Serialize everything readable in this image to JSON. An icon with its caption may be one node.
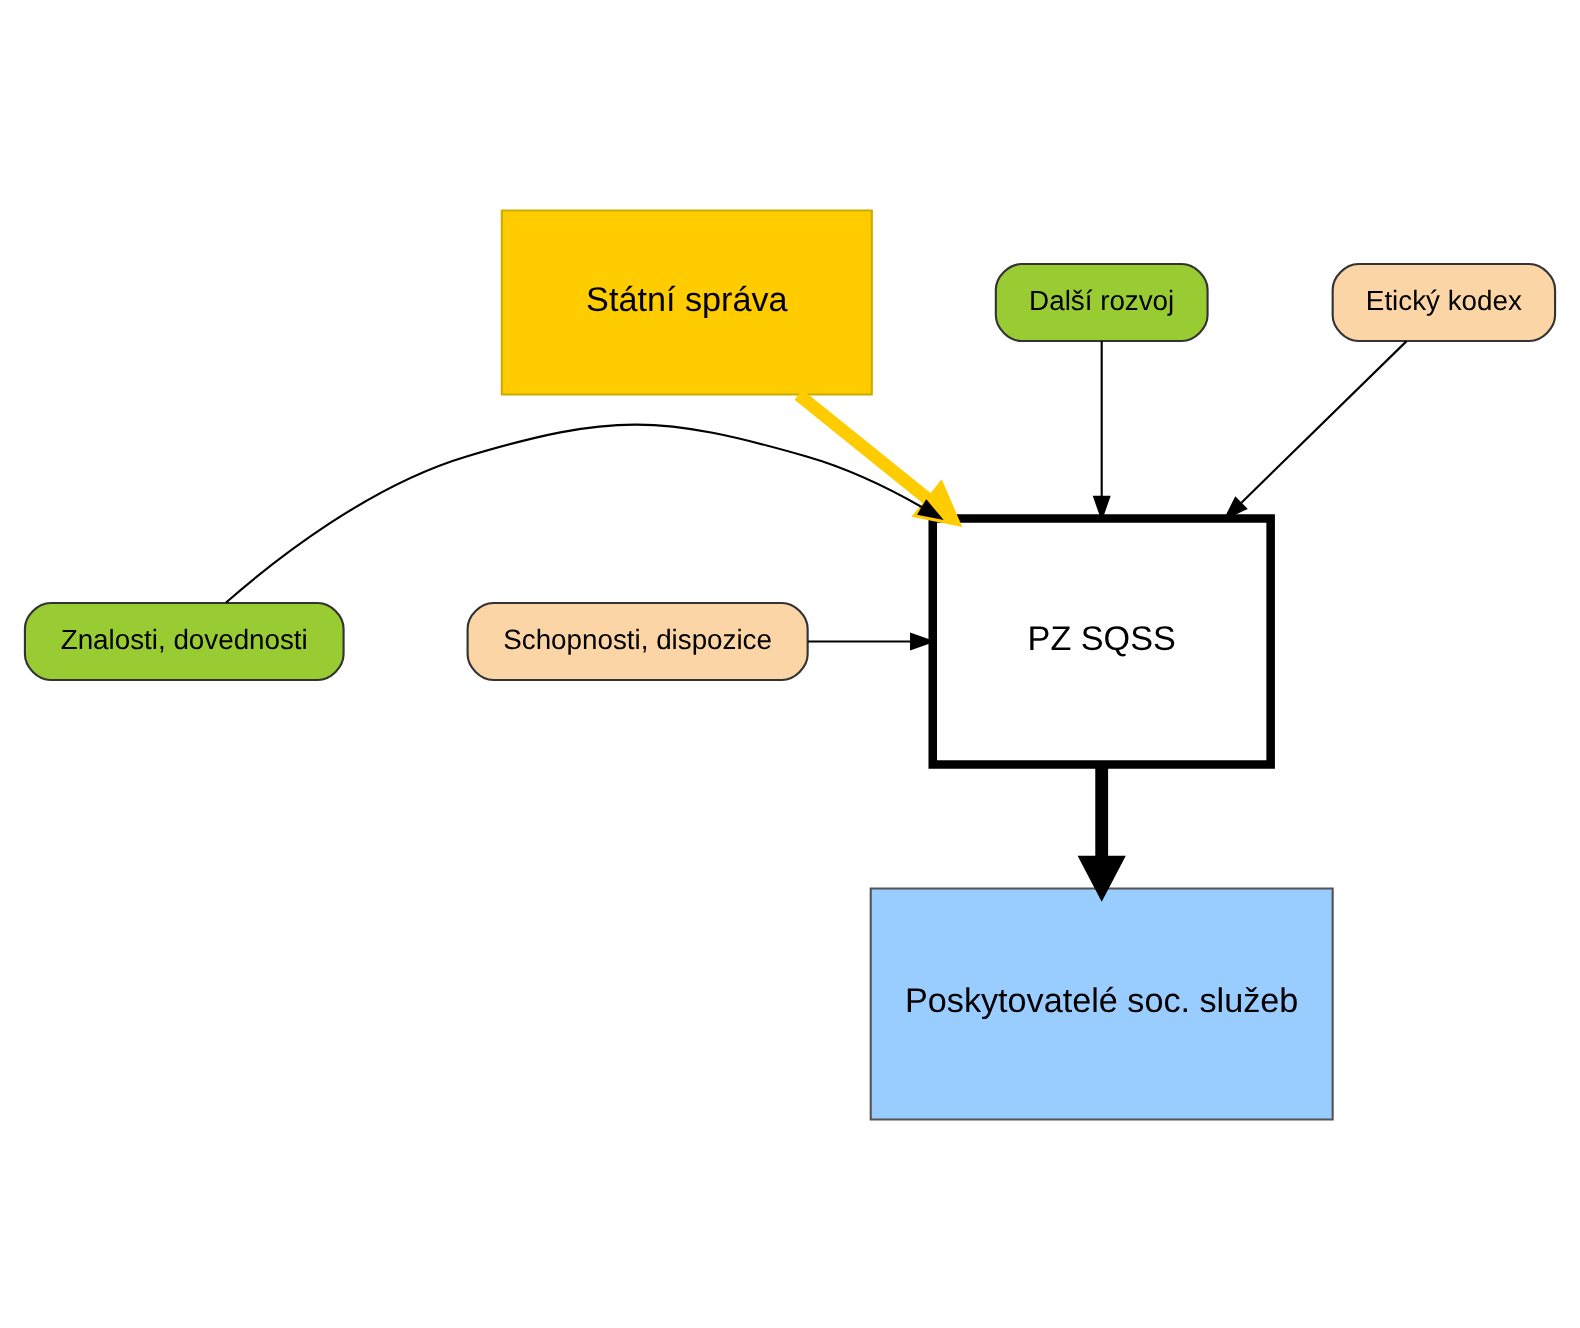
{
  "diagram": {
    "nodes": [
      {
        "text": [
          "Státní správa"
        ]
      },
      {
        "text": [
          "Další rozvoj"
        ]
      },
      {
        "text": [
          "Etický kodex"
        ]
      },
      {
        "text": [
          "Znalosti, dovednosti"
        ]
      },
      {
        "text": [
          "PZ SQSS"
        ]
      },
      {
        "text": [
          "Schopnosti, dispozice"
        ]
      },
      {
        "text": [
          "Poskytovatelé soc. služeb"
        ]
      }
    ],
    "edges": [
      {
        "from": 0,
        "to": 4,
        "arrow": "to",
        "style": "thick",
        "color": "#ffcc00"
      },
      {
        "from": 1,
        "to": 4,
        "arrow": "to"
      },
      {
        "from": 2,
        "to": 4,
        "arrow": "to"
      },
      {
        "from": 3,
        "to": 4,
        "arrow": "to"
      },
      {
        "from": 5,
        "to": 4,
        "arrow": "to"
      },
      {
        "from": 4,
        "to": 6,
        "arrow": "to",
        "style": "thick"
      }
    ]
  }
}
